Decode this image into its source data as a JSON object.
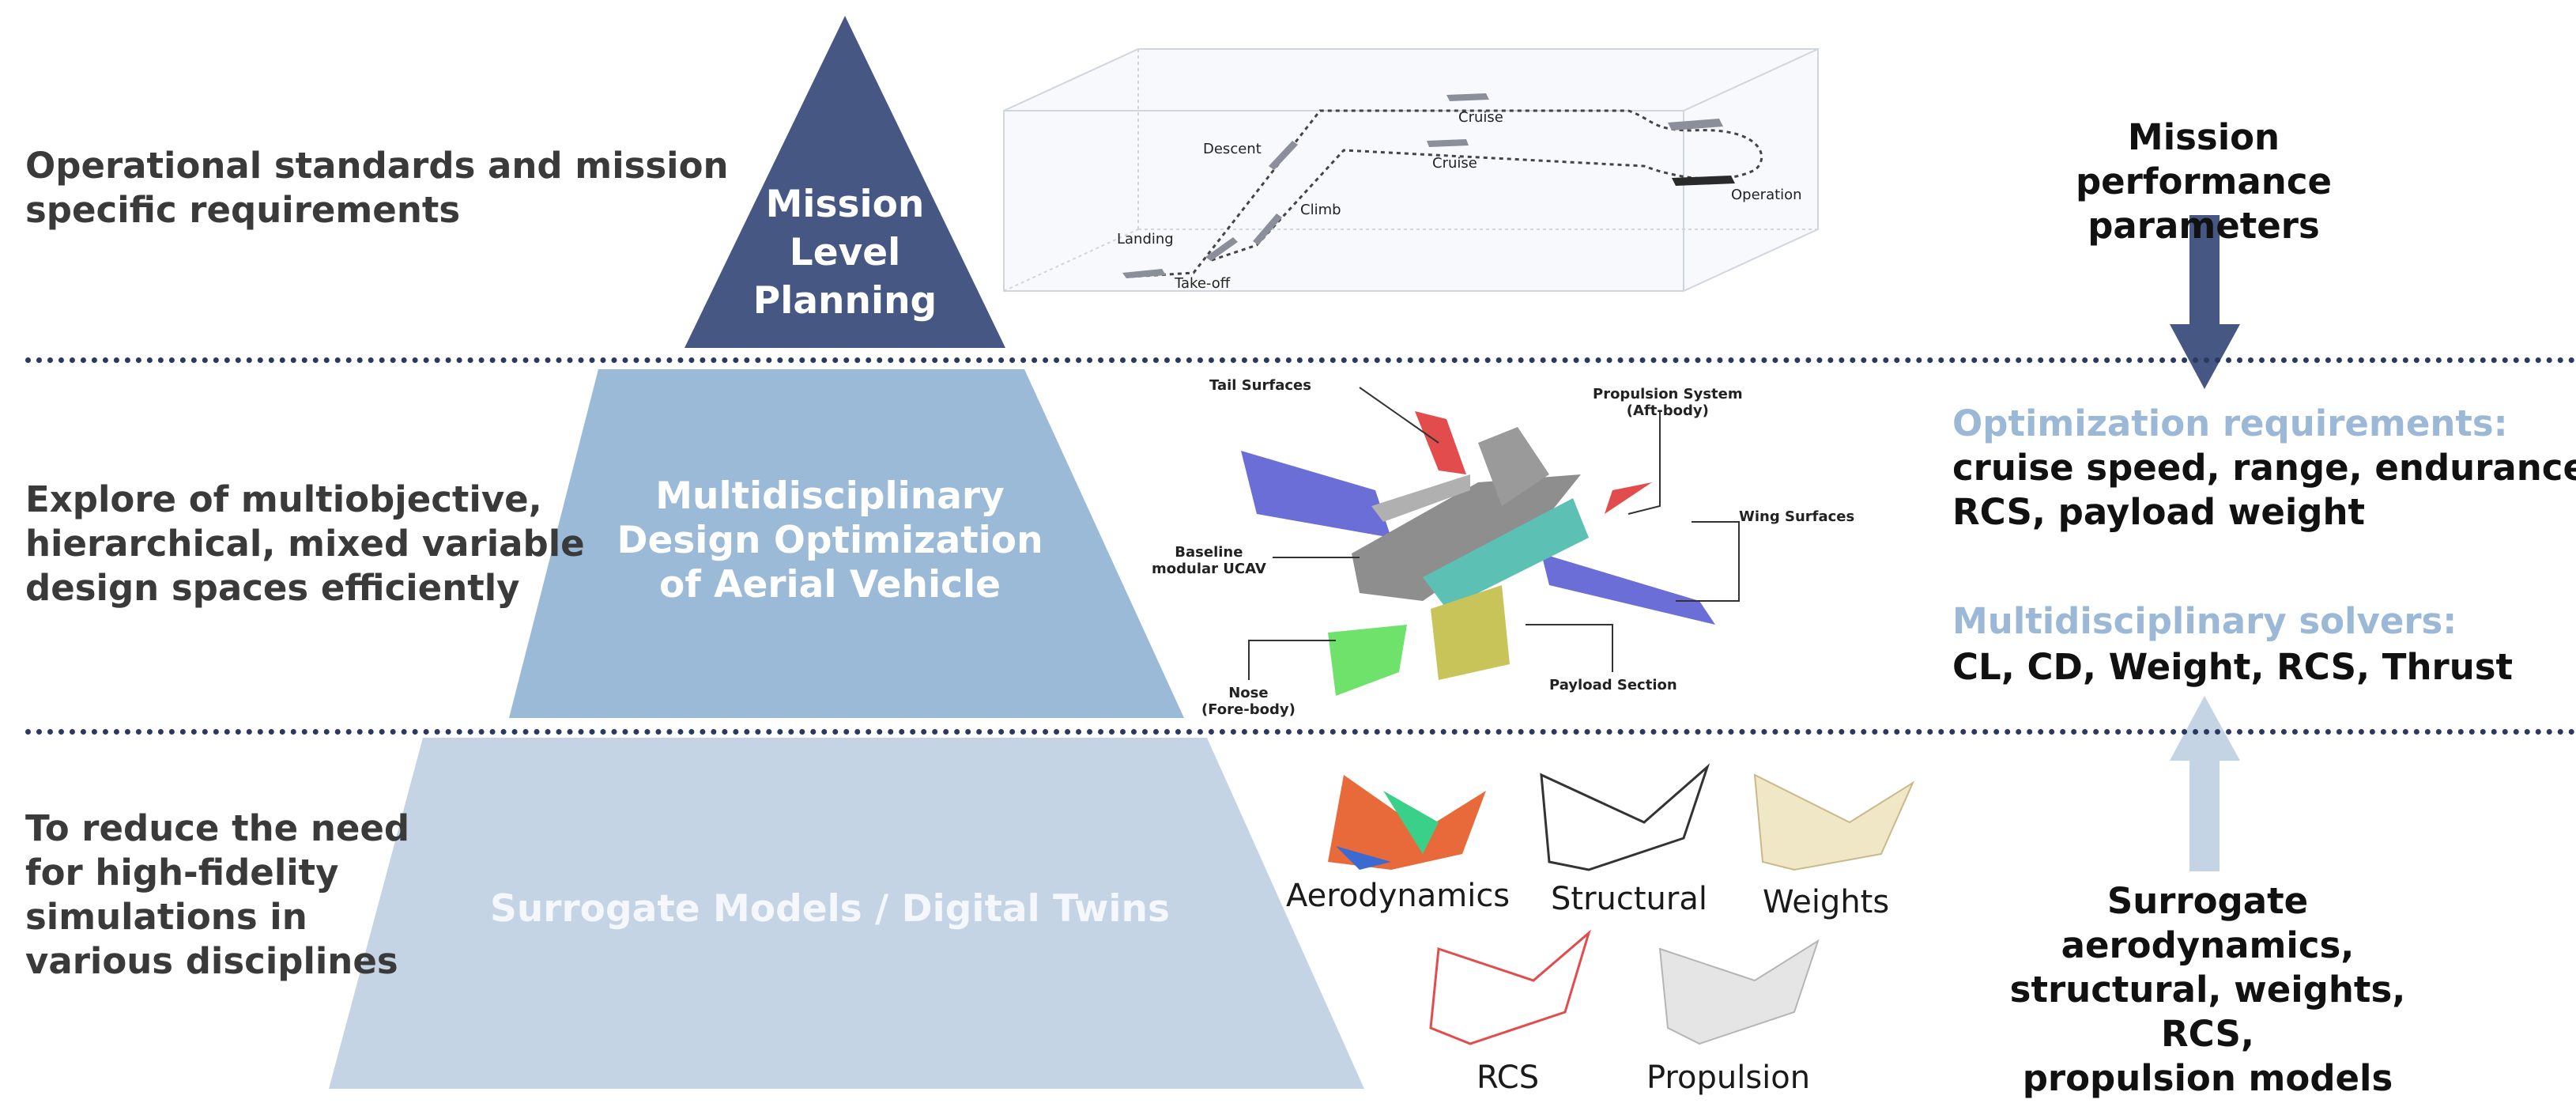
{
  "levels": [
    {
      "left_text": "Operational standards and mission\nspecific requirements",
      "pyramid_label": "Mission\nLevel\nPlanning"
    },
    {
      "left_text": "Explore of multiobjective,\nhierarchical, mixed variable\ndesign spaces efficiently",
      "pyramid_label": "Multidisciplinary\nDesign Optimization\nof Aerial Vehicle"
    },
    {
      "left_text": "To reduce the need\nfor high-fidelity\nsimulations in\nvarious disciplines",
      "pyramid_label": "Surrogate Models / Digital Twins"
    }
  ],
  "mission_panel": {
    "labels": {
      "descent": "Descent",
      "cruise_top": "Cruise",
      "cruise_mid": "Cruise",
      "landing": "Landing",
      "climb": "Climb",
      "takeoff": "Take-off",
      "operation": "Operation"
    }
  },
  "mdo_panel": {
    "labels": {
      "tail": "Tail Surfaces",
      "propulsion": "Propulsion System\n(Aft-body)",
      "wing": "Wing Surfaces",
      "baseline": "Baseline\nmodular UCAV",
      "nose": "Nose\n(Fore-body)",
      "payload": "Payload Section"
    }
  },
  "surrogate_panel": {
    "captions": {
      "aero": "Aerodynamics",
      "struct": "Structural",
      "weights": "Weights",
      "rcs": "RCS",
      "prop": "Propulsion"
    }
  },
  "right_column": {
    "top": "Mission performance\nparameters",
    "opt_heading": "Optimization requirements:",
    "opt_line1": "cruise speed, range, endurance,",
    "opt_line2": "RCS, payload weight",
    "solvers_heading": "Multidisciplinary solvers:",
    "solvers_line": "CL, CD, Weight, RCS, Thrust",
    "bottom": "Surrogate aerodynamics,\nstructural, weights, RCS,\npropulsion models"
  },
  "colors": {
    "level1": "#455782",
    "level2": "#9abad7",
    "level3": "#c4d4e5",
    "heading_blue": "#9bb8d6",
    "arrow_down": "#455782",
    "arrow_up": "#c4d4e5"
  }
}
